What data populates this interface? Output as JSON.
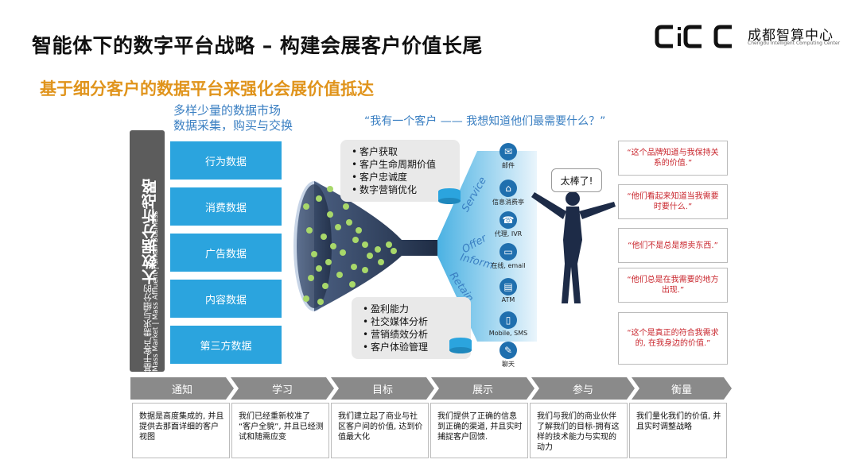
{
  "header": {
    "title": "智能体下的数字平台战略 – 构建会展客户价值长尾",
    "subtitle": "基于细分客户的数据平台来强化会展价值抵达"
  },
  "logo": {
    "wordmark": "CiCC",
    "name": "成都智算中心",
    "tagline": "Chengdu Intelligent Computing Center",
    "color": "#111111"
  },
  "market_note": {
    "line1": "多样少量的数据市场",
    "line2": "数据采集，购买与交换"
  },
  "side_panel": {
    "small": "基于客户需求与细分的",
    "big": "大数据分析战略",
    "sub": "Mass Market | Mass Affluent | Small Business"
  },
  "data_boxes": [
    "行为数据",
    "消费数据",
    "广告数据",
    "内容数据",
    "第三方数据"
  ],
  "quote_top": "“我有一个客户 —— 我想知道他们最需要什么？”",
  "top_list": [
    "客户获取",
    "客户生命周期价值",
    "客户忠诚度",
    "数字营销优化"
  ],
  "bottom_list": [
    "盈利能力",
    "社交媒体分析",
    "营销绩效分析",
    "客户体验管理"
  ],
  "funnel_words": [
    "Service",
    "Offer",
    "Inform",
    "Retain"
  ],
  "channels": [
    {
      "label": "邮件",
      "icon": "mail-icon"
    },
    {
      "label": "信息消费亭",
      "icon": "kiosk-icon"
    },
    {
      "label": "代理, IVR",
      "icon": "phone-icon"
    },
    {
      "label": "在线, email",
      "icon": "laptop-icon"
    },
    {
      "label": "ATM",
      "icon": "atm-icon"
    },
    {
      "label": "Mobile, SMS",
      "icon": "mobile-icon"
    },
    {
      "label": "聊天",
      "icon": "chat-icon"
    }
  ],
  "wow": "太棒了!",
  "customer_quotes": [
    "“这个品牌知道与我保持关系的价值.”",
    "“他们看起来知道当我需要时要什么.”",
    "“他们不是总是想卖东西.”",
    "“他们总是在我需要的地方出现.”",
    "“这个是真正的符合我需求的, 在我身边的价值.”"
  ],
  "stages": [
    "通知",
    "学习",
    "目标",
    "展示",
    "参与",
    "衡量"
  ],
  "stage_desc": [
    "数据是高度集成的, 并且提供去那面详细的客户视图",
    "我们已经重新校准了 “客户全貌”, 并且已经测试和随需应变",
    "我们建立起了商业与社区客户间的价值, 达到价值最大化",
    "我们提供了正确的信息到正确的渠道, 并且实时捕捉客户回馈.",
    "我们与我们的商业伙伴了解我们的目标-拥有这样的技术能力与实现的动力",
    "我们量化我们的价值, 并且实时调整战略"
  ],
  "colors": {
    "accent_blue": "#2ba4de",
    "title_orange": "#e0941c",
    "quote_red": "#c9262d",
    "funnel_dark": "#2e3f5c",
    "dots_green": "#a8d86a"
  }
}
